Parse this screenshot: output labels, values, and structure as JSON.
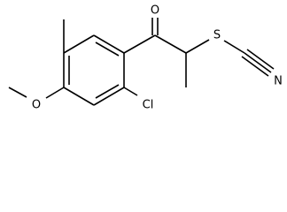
{
  "molecule": {
    "atoms": {
      "oxygen_carbonyl": "O",
      "sulfur": "S",
      "nitrogen": "N",
      "oxygen_methoxy": "O",
      "chlorine": "Cl"
    }
  }
}
